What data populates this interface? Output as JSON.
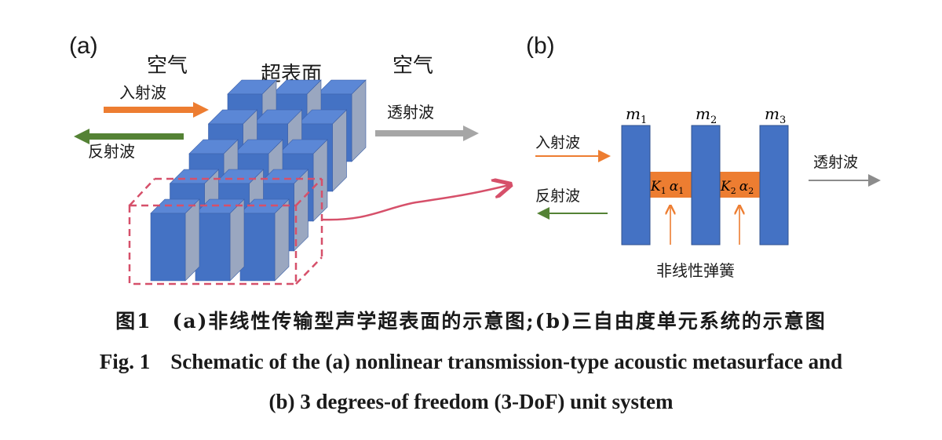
{
  "panel_a": {
    "tag": "(a)",
    "air_left": "空气",
    "metasurface": "超表面",
    "air_right": "空气",
    "incident": "入射波",
    "reflected": "反射波",
    "transmitted": "透射波"
  },
  "panel_b": {
    "tag": "(b)",
    "masses": [
      {
        "base": "m",
        "sub": "1"
      },
      {
        "base": "m",
        "sub": "2"
      },
      {
        "base": "m",
        "sub": "3"
      }
    ],
    "springs": [
      {
        "k": "K",
        "k_sub": "1",
        "a": "α",
        "a_sub": "1"
      },
      {
        "k": "K",
        "k_sub": "2",
        "a": "α",
        "a_sub": "2"
      }
    ],
    "incident": "入射波",
    "reflected": "反射波",
    "transmitted": "透射波",
    "spring_label": "非线性弹簧"
  },
  "colors": {
    "block_blue": "#4472c4",
    "spring_orange": "#ed7d31",
    "incident_arrow": "#ed7d31",
    "reflected_arrow": "#548235",
    "transmitted_arrow": "#a6a6a6",
    "highlight_box": "#d6506a"
  },
  "caption": {
    "cn_num": "图1",
    "cn_text": "(a)非线性传输型声学超表面的示意图;(b)三自由度单元系统的示意图",
    "en_num": "Fig. 1",
    "en_line1": "Schematic of the (a) nonlinear transmission-type acoustic metasurface and",
    "en_line2": "(b) 3 degrees-of freedom (3-DoF) unit system"
  }
}
